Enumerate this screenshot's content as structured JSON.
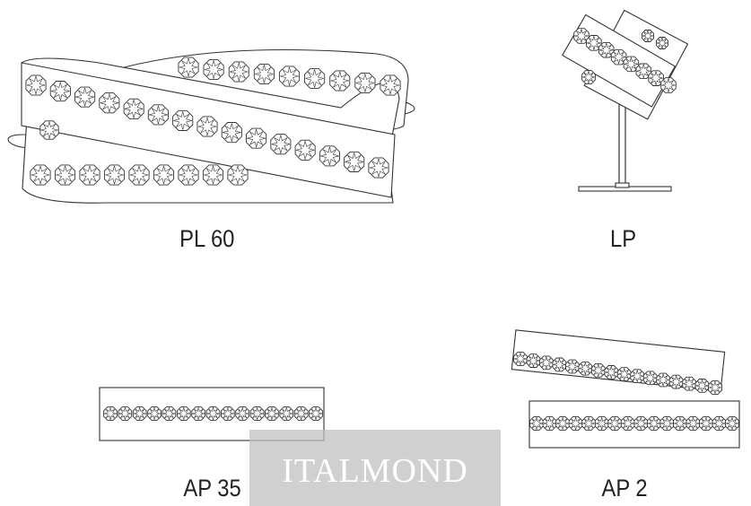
{
  "products": [
    {
      "id": "pl60",
      "label": "PL 60"
    },
    {
      "id": "lp",
      "label": "LP"
    },
    {
      "id": "ap35",
      "label": "AP 35"
    },
    {
      "id": "ap2",
      "label": "AP 2"
    }
  ],
  "watermark": {
    "text": "ITALMOND"
  }
}
